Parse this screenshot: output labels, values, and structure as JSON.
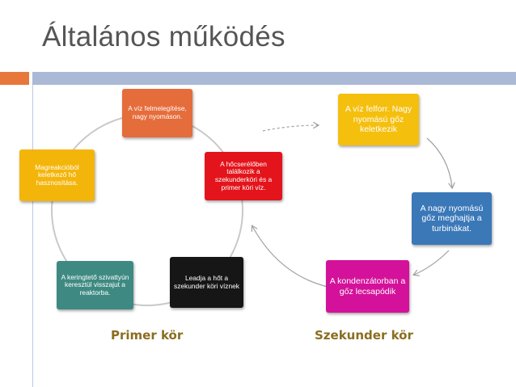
{
  "title": "Általános működés",
  "colors": {
    "accent": "#e8773b",
    "header_bar": "#aab9d6",
    "orange": "#e56c3b",
    "red": "#e3141b",
    "yellow": "#f4b50b",
    "black": "#161616",
    "teal": "#3e8a82",
    "gold": "#f5bf0e",
    "blue": "#3a78b8",
    "magenta": "#d4119a",
    "label": "#8a6d1f"
  },
  "primary": {
    "label": "Primer kör",
    "boxes": {
      "heating": "A víz felmelegítése, nagy nyomáson.",
      "exchanger": "A hőcserélőben találkozik a szekunderköri és a primer köri víz.",
      "release": "Leadja a hőt a szekunder köri víznek",
      "pump": "A keringtető szivattyún keresztül visszajut a reaktorba.",
      "reactor": "Magreakcióból keletkező hő hasznosítása."
    }
  },
  "secondary": {
    "label": "Szekunder kör",
    "boxes": {
      "boil": "A víz felforr. Nagy nyomású gőz keletkezik",
      "turbine": "A nagy nyomású gőz meghajtja a turbinákat.",
      "condenser": "A kondenzátorban a gőz lecsapódik"
    }
  }
}
